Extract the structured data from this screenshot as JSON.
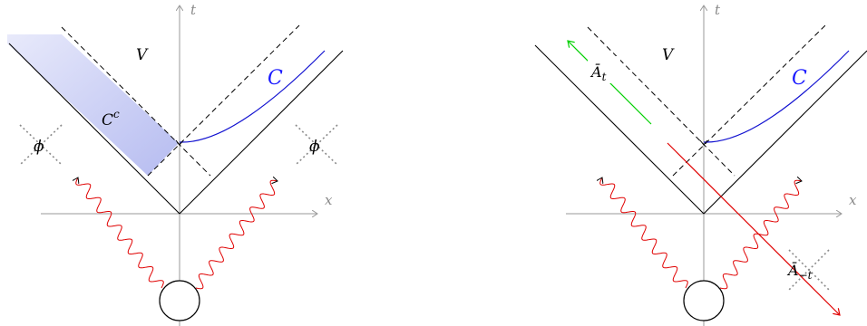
{
  "colors": {
    "axis": "#9a9a9a",
    "light_cone": "#000000",
    "dashed_cone": "#000000",
    "curve_C": "#1010d0",
    "wave": "#e00000",
    "green_arrow": "#00d000",
    "red_line": "#e00000",
    "shade": "#b9bff0"
  },
  "left_panel": {
    "axis_t_label": "t",
    "axis_x_label": "x",
    "region_label": "V",
    "curve_label": "C",
    "complement_label": "C",
    "complement_superscript": "c",
    "phi_left_label": "ϕ",
    "phi_right_label": "ϕ"
  },
  "right_panel": {
    "axis_t_label": "t",
    "axis_x_label": "x",
    "region_label": "V",
    "curve_label": "C",
    "operator_t_label": "Ā",
    "operator_t_subscript": "t",
    "operator_minus_t_label": "Ā",
    "operator_minus_t_subscript": "−t"
  }
}
